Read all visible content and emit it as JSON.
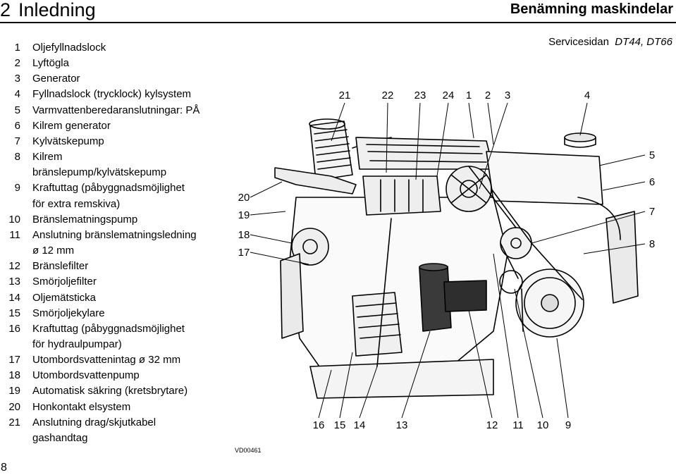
{
  "header": {
    "chapter_number": "2",
    "chapter_title": "Inledning",
    "section_title": "Benämning maskindelar"
  },
  "figure": {
    "caption_label": "Servicesidan",
    "caption_models": "DT44, DT66",
    "code": "VD00461",
    "callouts": {
      "c1": "1",
      "c2": "2",
      "c3": "3",
      "c4": "4",
      "c5": "5",
      "c6": "6",
      "c7": "7",
      "c8": "8",
      "c9": "9",
      "c10": "10",
      "c11": "11",
      "c12": "12",
      "c13": "13",
      "c14": "14",
      "c15": "15",
      "c16": "16",
      "c17": "17",
      "c18": "18",
      "c19": "19",
      "c20": "20",
      "c21": "21",
      "c22": "22",
      "c23": "23",
      "c24": "24"
    }
  },
  "legend": [
    {
      "n": "1",
      "lines": [
        "Oljefyllnadslock"
      ]
    },
    {
      "n": "2",
      "lines": [
        "Lyftögla"
      ]
    },
    {
      "n": "3",
      "lines": [
        "Generator"
      ]
    },
    {
      "n": "4",
      "lines": [
        "Fyllnadslock (trycklock) kylsystem"
      ]
    },
    {
      "n": "5",
      "lines": [
        "Varmvattenberedaranslutningar: PÅ"
      ]
    },
    {
      "n": "6",
      "lines": [
        "Kilrem generator"
      ]
    },
    {
      "n": "7",
      "lines": [
        "Kylvätskepump"
      ]
    },
    {
      "n": "8",
      "lines": [
        "Kilrem",
        "bränslepump/kylvätskepump"
      ]
    },
    {
      "n": "9",
      "lines": [
        "Kraftuttag (påbyggnadsmöjlighet",
        "för extra remskiva)"
      ]
    },
    {
      "n": "10",
      "lines": [
        "Bränslematningspump"
      ]
    },
    {
      "n": "11",
      "lines": [
        "Anslutning bränslematningsledning",
        "ø 12 mm"
      ]
    },
    {
      "n": "12",
      "lines": [
        "Bränslefilter"
      ]
    },
    {
      "n": "13",
      "lines": [
        "Smörjoljefilter"
      ]
    },
    {
      "n": "14",
      "lines": [
        "Oljemätsticka"
      ]
    },
    {
      "n": "15",
      "lines": [
        "Smörjoljekylare"
      ]
    },
    {
      "n": "16",
      "lines": [
        "Kraftuttag (påbyggnadsmöjlighet",
        "för hydraulpumpar)"
      ]
    },
    {
      "n": "17",
      "lines": [
        "Utombordsvattenintag ø 32 mm"
      ]
    },
    {
      "n": "18",
      "lines": [
        "Utombordsvattenpump"
      ]
    },
    {
      "n": "19",
      "lines": [
        "Automatisk säkring (kretsbrytare)"
      ]
    },
    {
      "n": "20",
      "lines": [
        "Honkontakt elsystem"
      ]
    },
    {
      "n": "21",
      "lines": [
        "Anslutning drag/skjutkabel",
        "gashandtag"
      ]
    }
  ],
  "page_number": "8"
}
